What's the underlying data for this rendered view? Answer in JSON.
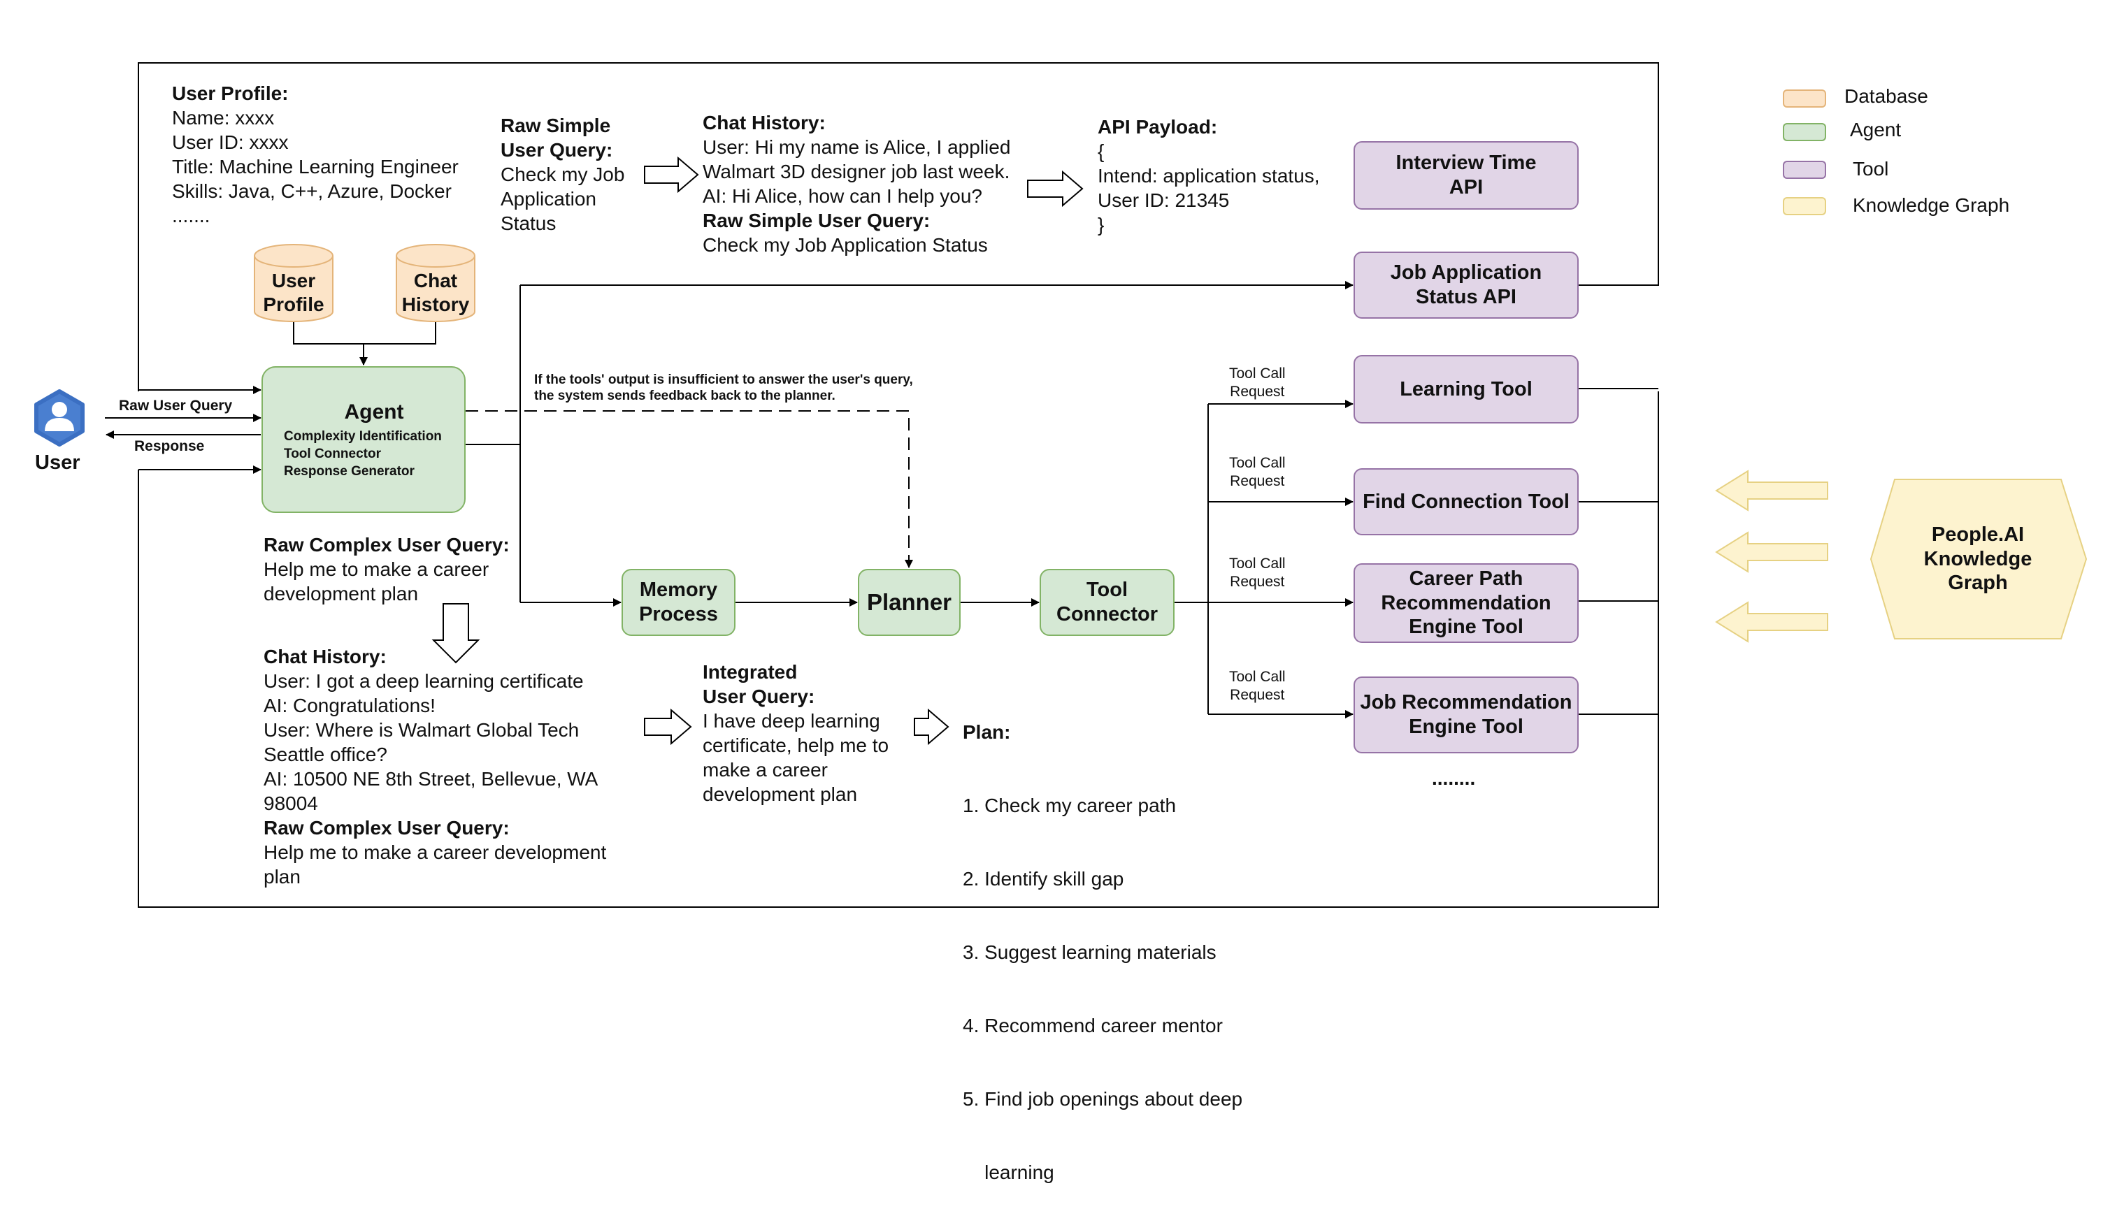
{
  "legend": [
    {
      "label": "Database",
      "fill": "#fce4c8",
      "stroke": "#e4b479"
    },
    {
      "label": "Agent",
      "fill": "#d5e8d4",
      "stroke": "#82b366"
    },
    {
      "label": "Tool",
      "fill": "#e1d5e7",
      "stroke": "#9673a6"
    },
    {
      "label": "Knowledge Graph",
      "fill": "#fdf3cf",
      "stroke": "#e6d183"
    }
  ],
  "user": {
    "label": "User"
  },
  "arrows": {
    "raw_user_query": "Raw User Query",
    "response": "Response"
  },
  "agent": {
    "title": "Agent",
    "lines": [
      "Complexity Identification",
      "Tool Connector",
      "Response Generator"
    ]
  },
  "databases": {
    "user_profile": [
      "User",
      "Profile"
    ],
    "chat_history": [
      "Chat",
      "History"
    ]
  },
  "user_profile_text": {
    "heading": "User Profile:",
    "lines": [
      "Name: xxxx",
      "User ID: xxxx",
      "Title: Machine Learning Engineer",
      "Skills: Java, C++, Azure, Docker",
      "......."
    ]
  },
  "simple_query": {
    "heading_1": "Raw Simple",
    "heading_2": "User Query:",
    "lines": [
      "Check my Job",
      "Application",
      "Status"
    ]
  },
  "chat_history_top": {
    "heading": "Chat History:",
    "lines": [
      "User: Hi my name is Alice, I applied",
      "Walmart 3D designer job last week.",
      "AI: Hi Alice, how can I help you?"
    ],
    "query_heading": "Raw Simple User Query:",
    "query": "Check my Job Application Status"
  },
  "api_payload": {
    "heading": "API Payload:",
    "lines": [
      "{",
      "Intend: application status,",
      "User ID: 21345",
      "}"
    ]
  },
  "feedback_note": {
    "line1": "If the tools' output is insufficient to answer the user's query,",
    "line2": "the system sends feedback back to the planner."
  },
  "complex_query": {
    "heading": "Raw Complex User Query:",
    "lines": [
      "Help me to make a career",
      "development plan"
    ]
  },
  "chat_history_bottom": {
    "heading": "Chat History:",
    "lines": [
      "User: I got a deep learning certificate",
      "AI: Congratulations!",
      "User: Where is Walmart Global Tech",
      "Seattle office?",
      "AI: 10500 NE 8th Street, Bellevue, WA",
      "98004"
    ],
    "query_heading": "Raw Complex User Query:",
    "query_lines": [
      "Help me to make a career development",
      "plan"
    ]
  },
  "integrated_query": {
    "heading_1": "Integrated",
    "heading_2": "User Query:",
    "lines": [
      "I have deep learning",
      "certificate, help me to",
      "make a career",
      "development plan"
    ]
  },
  "plan": {
    "heading": "Plan:",
    "lines": [
      "1. Check my career path",
      "2. Identify skill gap",
      "3. Suggest learning materials",
      "4. Recommend career mentor",
      "5. Find job openings about deep",
      "    learning"
    ]
  },
  "nodes": {
    "memory": [
      "Memory",
      "Process"
    ],
    "planner": "Planner",
    "tool_connector": [
      "Tool",
      "Connector"
    ]
  },
  "tools": {
    "interview": [
      "Interview Time",
      "API"
    ],
    "job_status": [
      "Job Application",
      "Status API"
    ],
    "learning": [
      "Learning Tool"
    ],
    "find_connection": [
      "Find Connection Tool"
    ],
    "career_path": [
      "Career Path",
      "Recommendation",
      "Engine Tool"
    ],
    "job_recommendation": [
      "Job Recommendation",
      "Engine Tool"
    ],
    "more": "........"
  },
  "tool_call_label": [
    "Tool Call",
    "Request"
  ],
  "knowledge_graph": [
    "People.AI",
    "Knowledge",
    "Graph"
  ]
}
